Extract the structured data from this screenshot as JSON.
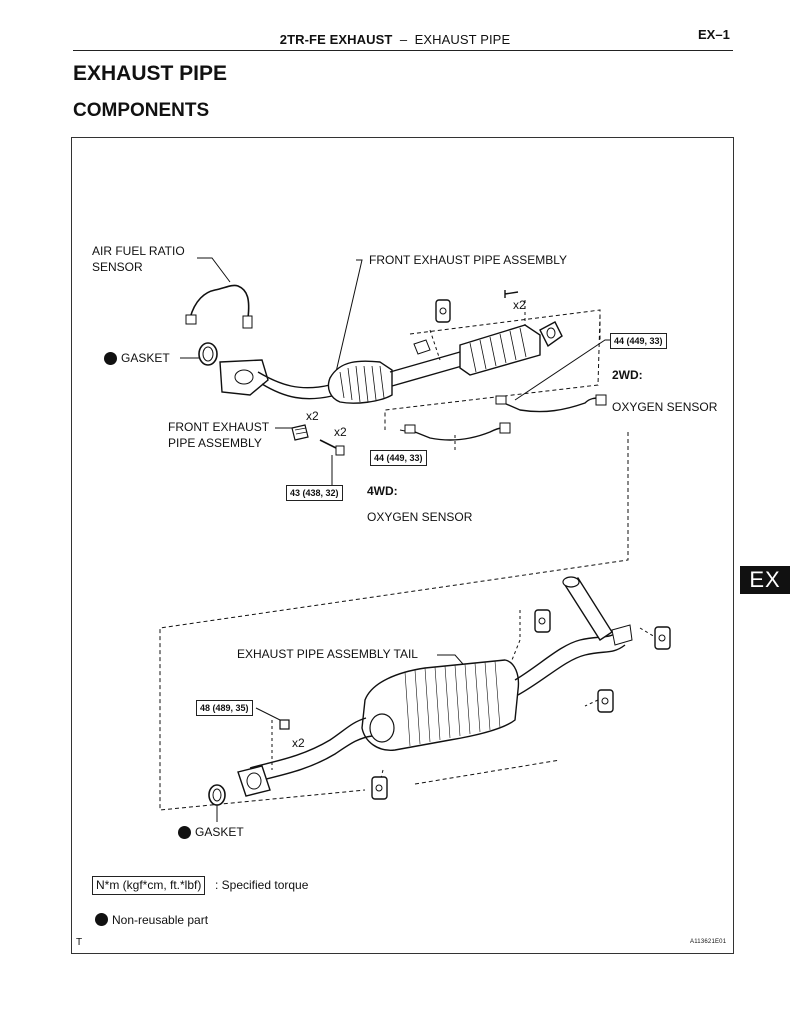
{
  "header": {
    "section_bold": "2TR-FE EXHAUST",
    "separator": "–",
    "section_rest": "EXHAUST PIPE",
    "page_number": "EX–1"
  },
  "title": "EXHAUST PIPE",
  "subtitle": "COMPONENTS",
  "side_tab": "EX",
  "labels": {
    "air_fuel_ratio_sensor_line1": "AIR FUEL RATIO",
    "air_fuel_ratio_sensor_line2": "SENSOR",
    "front_exhaust_pipe_assembly_top": "FRONT EXHAUST PIPE ASSEMBLY",
    "gasket_top": "GASKET",
    "front_exhaust_pipe_assembly_left_line1": "FRONT EXHAUST",
    "front_exhaust_pipe_assembly_left_line2": "PIPE ASSEMBLY",
    "x2_a": "x2",
    "x2_b": "x2",
    "x2_c": "x2",
    "x2_d": "x2",
    "wd2": "2WD:",
    "oxygen_sensor_2wd": "OXYGEN SENSOR",
    "wd4": "4WD:",
    "oxygen_sensor_4wd": "OXYGEN SENSOR",
    "exhaust_pipe_assembly_tail": "EXHAUST PIPE ASSEMBLY TAIL",
    "gasket_bottom": "GASKET"
  },
  "torques": {
    "t_2wd_sensor": "44 (449, 33)",
    "t_4wd_sensor": "44 (449, 33)",
    "t_bolt": "43 (438, 32)",
    "t_nut": "48 (489, 35)"
  },
  "legend": {
    "unit_box": "N*m (kgf*cm, ft.*lbf)",
    "unit_text": ": Specified torque",
    "non_reusable": "Non-reusable part"
  },
  "footer": {
    "left": "T",
    "right": "A113621E01"
  }
}
